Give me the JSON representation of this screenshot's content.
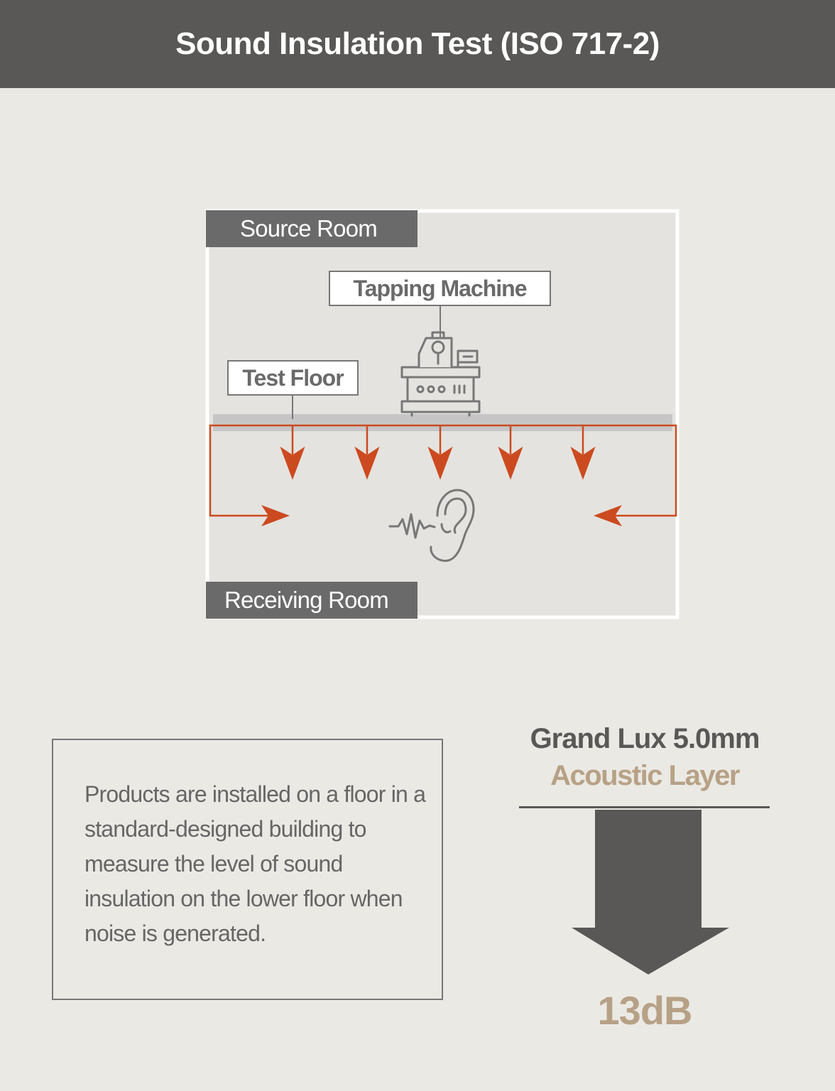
{
  "header": {
    "title": "Sound Insulation Test (ISO 717-2)"
  },
  "diagram": {
    "source_room_label": "Source Room",
    "receiving_room_label": "Receiving Room",
    "tapping_machine_label": "Tapping Machine",
    "test_floor_label": "Test Floor",
    "icons": [
      "tapping-machine-icon",
      "ear-icon",
      "sound-wave-icon",
      "arrow-down-icon",
      "arrow-right-icon",
      "arrow-left-icon"
    ],
    "colors": {
      "arrow": "#cc4a1f",
      "floor": "#c6c6c6",
      "room_border": "#ffffff",
      "room_fill": "#e4e3df",
      "line": "#777777"
    }
  },
  "description": {
    "text": "Products are installed on a floor in a standard-designed building to measure the level of sound insulation on the lower floor when noise is generated."
  },
  "result": {
    "product_name": "Grand Lux 5.0mm",
    "product_layer": "Acoustic Layer",
    "value": "13dB",
    "colors": {
      "accent": "#b7a186",
      "dark": "#595856"
    }
  }
}
